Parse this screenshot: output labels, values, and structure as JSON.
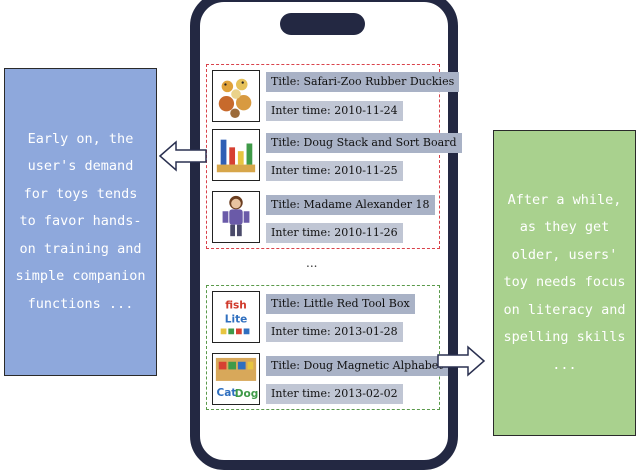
{
  "left_note": {
    "text": "Early on, the user's demand for toys tends to favor hands-on training and simple companion functions ..."
  },
  "right_note": {
    "text": "After a while, as they get older, users' toy needs focus on literacy and spelling skills ..."
  },
  "ellipsis": "...",
  "early_items": [
    {
      "title": "Title: Safari-Zoo Rubber Duckies",
      "time": "Inter time: 2010-11-24"
    },
    {
      "title": "Title: Doug Stack and Sort Board",
      "time": "Inter time: 2010-11-25"
    },
    {
      "title": "Title: Madame Alexander 18",
      "time": "Inter time: 2010-11-26"
    }
  ],
  "late_items": [
    {
      "title": "Title: Little Red Tool Box",
      "time": "Inter time: 2013-01-28"
    },
    {
      "title": "Title: Doug Magnetic Alphabet",
      "time": "Inter time: 2013-02-02"
    }
  ],
  "thumb_text": {
    "fish": "fish",
    "lite": "Lite",
    "cat": "Cat",
    "dog": "Dog"
  },
  "colors": {
    "left_note": "#8ea8dc",
    "right_note": "#a9d18e",
    "phone_frame": "#232842",
    "early_border": "#d9424a",
    "late_border": "#5a9a4a"
  }
}
